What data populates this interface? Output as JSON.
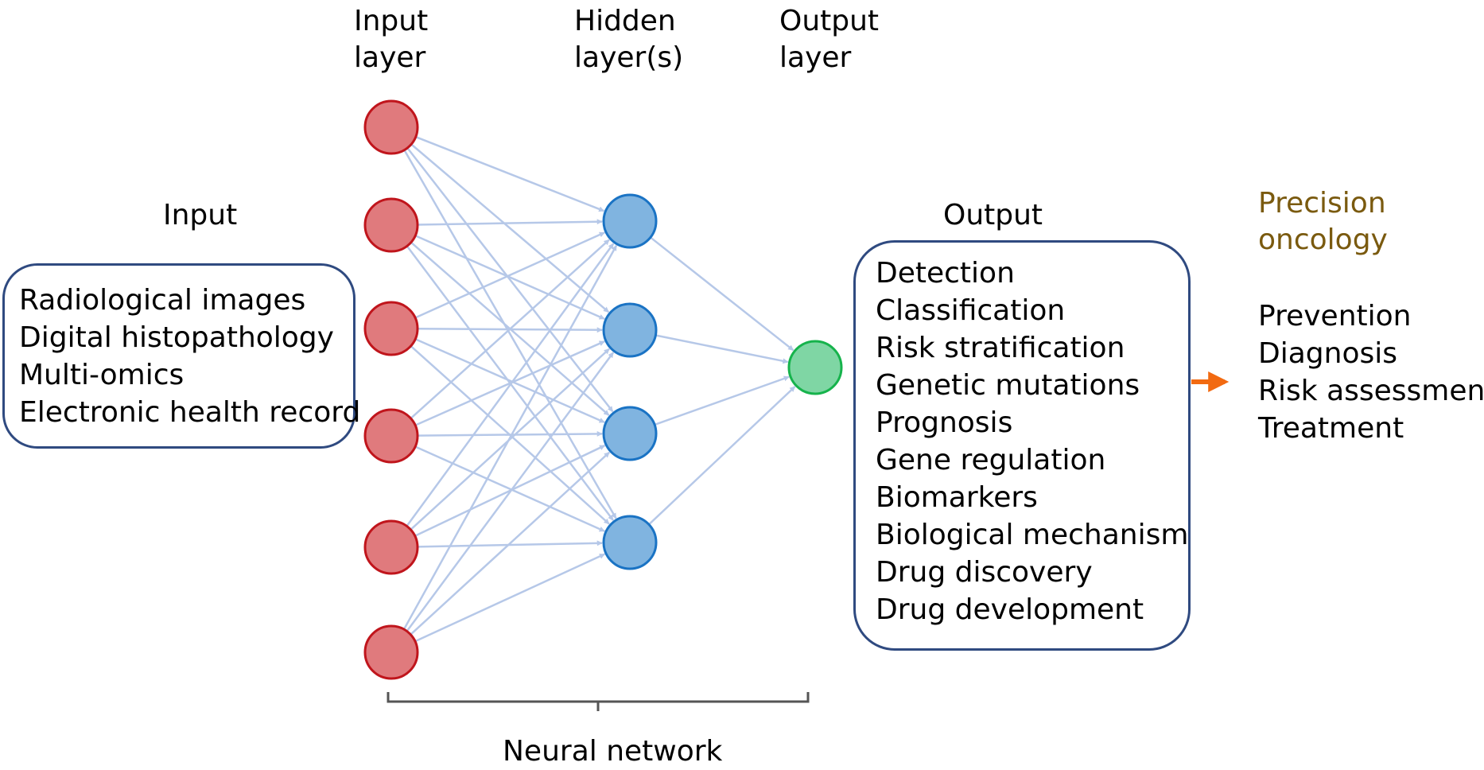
{
  "layers": {
    "input": [
      "Input",
      "layer"
    ],
    "hidden": [
      "Hidden",
      "layer(s)"
    ],
    "output": [
      "Output",
      "layer"
    ]
  },
  "input_panel": {
    "title": "Input",
    "items": [
      "Radiological images",
      "Digital histopathology",
      "Multi-omics",
      "Electronic health record"
    ]
  },
  "output_panel": {
    "title": "Output",
    "items": [
      "Detection",
      "Classification",
      "Risk stratification",
      "Genetic mutations",
      "Prognosis",
      "Gene regulation",
      "Biomarkers",
      "Biological mechanism",
      "Drug discovery",
      "Drug development"
    ]
  },
  "precision": {
    "title": [
      "Precision",
      "oncology"
    ],
    "items": [
      "Prevention",
      "Diagnosis",
      "Risk assessment",
      "Treatment"
    ]
  },
  "network_label": "Neural network",
  "network": {
    "input_nodes": 6,
    "hidden_nodes": 4,
    "output_nodes": 1
  },
  "colors": {
    "input_fill": "#e07a7d",
    "input_stroke": "#c0151c",
    "hidden_fill": "#80b4e0",
    "hidden_stroke": "#1a73c4",
    "output_fill": "#7fd6a4",
    "output_stroke": "#16b34c",
    "edge": "#b6c8e8",
    "box_border": "#2f4a80",
    "precision_title": "#7a5a0f",
    "arrow": "#f26a11"
  }
}
